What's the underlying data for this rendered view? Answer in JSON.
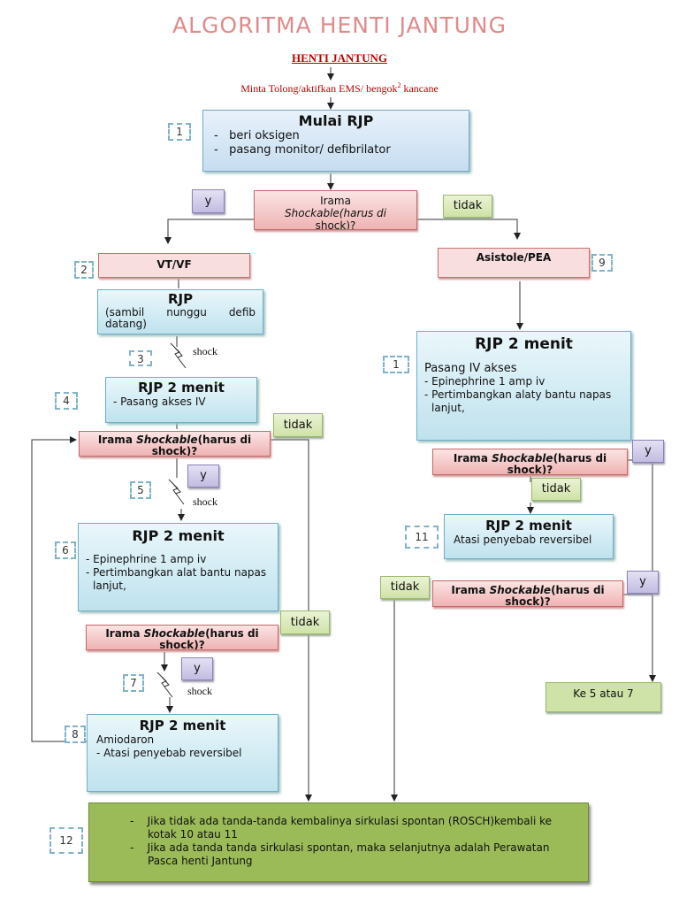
{
  "title": "ALGORITMA HENTI JANTUNG",
  "subtitle": "HENTI JANTUNG",
  "call_line": {
    "text": "Minta Tolong/aktifkan EMS/ bengok",
    "sup": "2",
    "tail": " kancane"
  },
  "box1": {
    "num": "1",
    "title": "Mulai RJP",
    "items": [
      "beri oksigen",
      "pasang monitor/ defibrilator"
    ]
  },
  "decision_top": {
    "line1": "Irama",
    "line2": "Shockable(harus di",
    "line3": "shock)?"
  },
  "labels": {
    "y": "y",
    "tidak": "tidak",
    "shock": "shock"
  },
  "box2": {
    "num": "2",
    "text": "VT/VF"
  },
  "rjp_box": {
    "title": "RJP",
    "text": "(sambil nunggu defib datang)"
  },
  "box3": {
    "num": "3"
  },
  "box4": {
    "num": "4",
    "title": "RJP 2 menit",
    "text": "Pasang akses IV"
  },
  "decision_left1": {
    "pre": "Irama ",
    "em": "Shockable",
    "post": "(harus di shock)?"
  },
  "box5": {
    "num": "5"
  },
  "box6": {
    "num": "6",
    "title": "RJP 2 menit",
    "items": [
      "Epinephrine 1 amp iv",
      "Pertimbangkan alat bantu napas lanjut,"
    ]
  },
  "decision_left2": {
    "pre": "Irama ",
    "em": "Shockable",
    "post": "(harus di shock)?"
  },
  "box7": {
    "num": "7"
  },
  "box8": {
    "num": "8",
    "title": "RJP 2 menit",
    "line1": "Amiodaron",
    "line2": "Atasi penyebab reversibel"
  },
  "box9": {
    "num": "9",
    "text": "Asistole/PEA"
  },
  "box10": {
    "num": "1",
    "title": "RJP 2 menit",
    "line1": "Pasang IV akses",
    "items": [
      "Epinephrine 1 amp iv",
      "Pertimbangkan alaty bantu napas lanjut,"
    ]
  },
  "decision_right1": {
    "pre": "Irama ",
    "em": "Shockable",
    "post": "(harus di shock)?"
  },
  "box11": {
    "num": "11",
    "title": "RJP 2 menit",
    "text": "Atasi penyebab reversibel"
  },
  "decision_right2": {
    "pre": "Irama ",
    "em": "Shockable",
    "post": "(harus di shock)?"
  },
  "ke57": "Ke 5 atau 7",
  "box12": {
    "num": "12",
    "items": [
      "Jika tidak ada tanda-tanda kembalinya sirkulasi spontan (ROSCH)kembali ke kotak 10 atau 11",
      "Jika ada tanda tanda sirkulasi spontan, maka selanjutnya adalah Perawatan Pasca henti Jantung"
    ]
  }
}
